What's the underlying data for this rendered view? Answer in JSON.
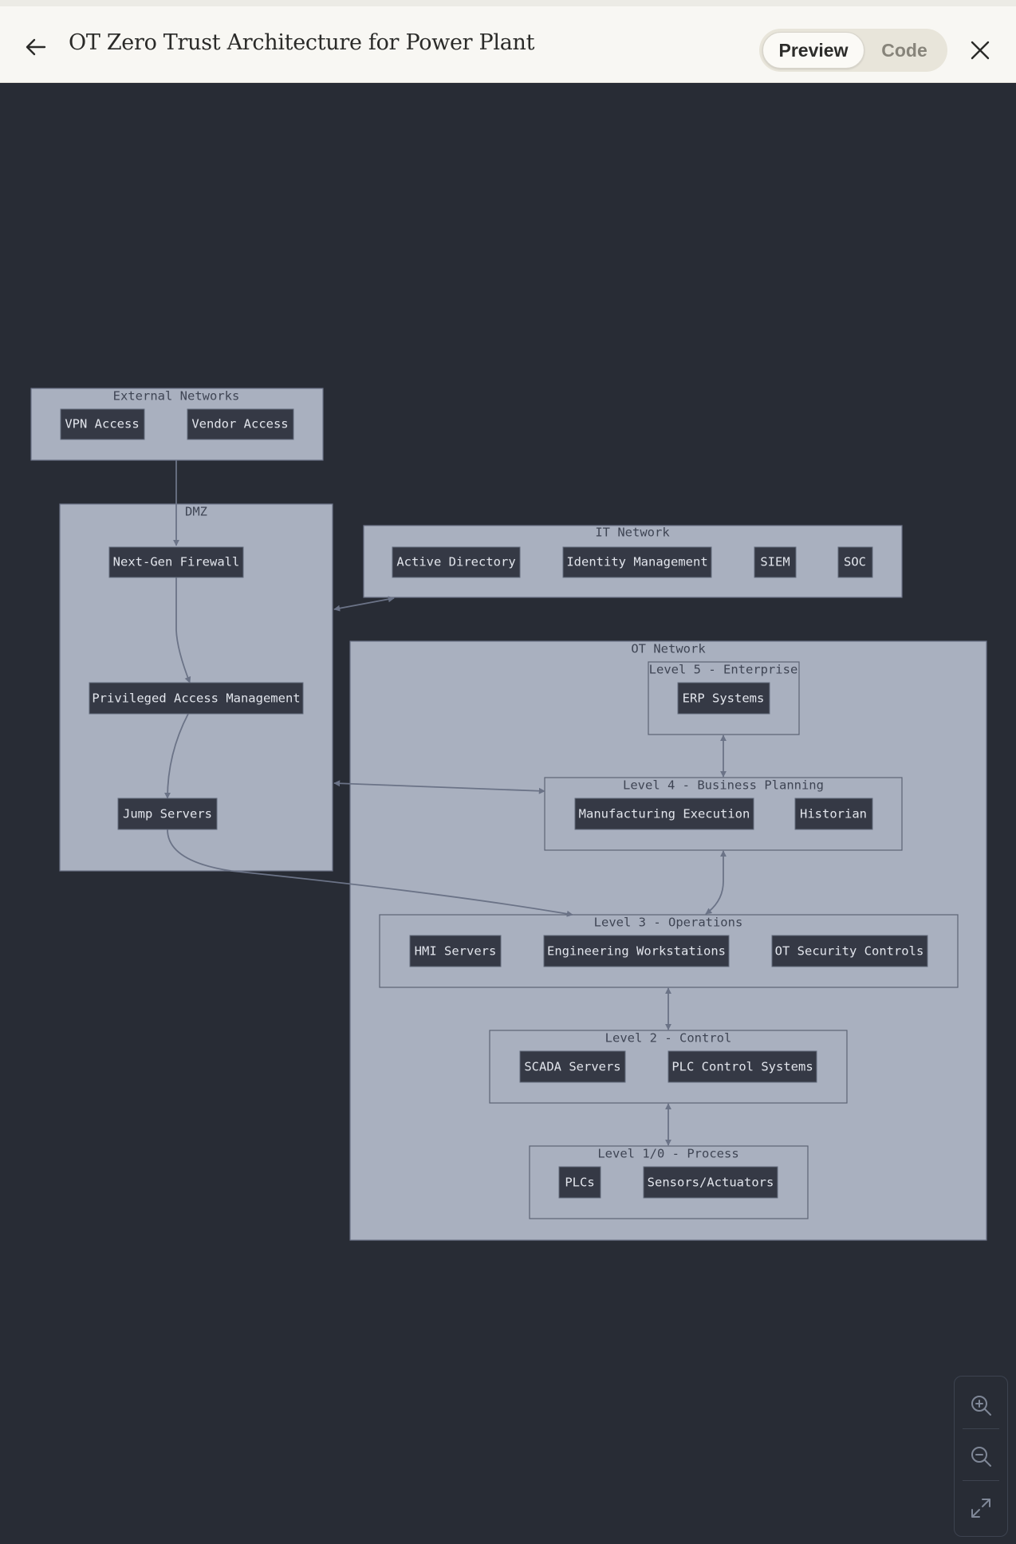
{
  "header": {
    "title": "OT Zero Trust Architecture for Power Plant",
    "tabs": {
      "preview": "Preview",
      "code": "Code"
    }
  },
  "diagram": {
    "external": {
      "title": "External Networks",
      "vpn": "VPN Access",
      "vendor": "Vendor Access"
    },
    "dmz": {
      "title": "DMZ",
      "firewall": "Next-Gen Firewall",
      "pam": "Privileged Access Management",
      "jump": "Jump Servers"
    },
    "it": {
      "title": "IT Network",
      "ad": "Active Directory",
      "idm": "Identity Management",
      "siem": "SIEM",
      "soc": "SOC"
    },
    "ot": {
      "title": "OT Network",
      "l5": {
        "title": "Level 5 - Enterprise",
        "erp": "ERP Systems"
      },
      "l4": {
        "title": "Level 4 - Business Planning",
        "mes": "Manufacturing Execution",
        "historian": "Historian"
      },
      "l3": {
        "title": "Level 3 - Operations",
        "hmi": "HMI Servers",
        "ews": "Engineering Workstations",
        "otsec": "OT Security Controls"
      },
      "l2": {
        "title": "Level 2 - Control",
        "scada": "SCADA Servers",
        "plcctl": "PLC Control Systems"
      },
      "l1": {
        "title": "Level 1/0 - Process",
        "plcs": "PLCs",
        "sensors": "Sensors/Actuators"
      }
    }
  },
  "zoom_controls": [
    "zoom-in-icon",
    "zoom-out-icon",
    "fit-screen-icon"
  ]
}
